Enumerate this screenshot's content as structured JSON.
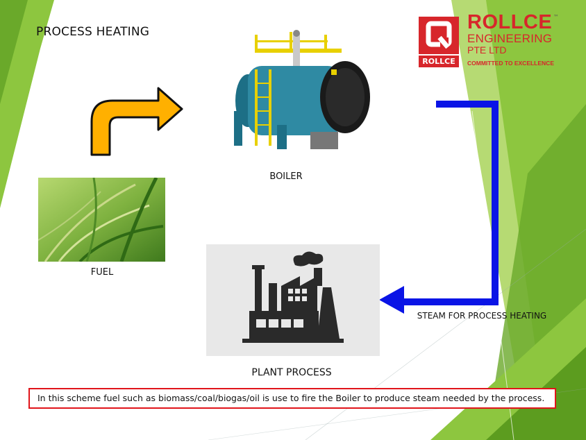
{
  "title": "PROCESS HEATING",
  "brand": {
    "name": "ROLLCE",
    "line2": "ENGINEERING",
    "line3": "PTE LTD",
    "tagline": "COMMITTED TO EXCELLENCE",
    "logo_label": "ROLLCE",
    "trademark": "™",
    "color": "#d7262b"
  },
  "nodes": {
    "boiler": "BOILER",
    "fuel": "FUEL",
    "plant": "PLANT PROCESS"
  },
  "edges": {
    "steam_label": "STEAM FOR PROCESS HEATING"
  },
  "note": "In this scheme fuel such as biomass/coal/biogas/oil is use to fire the Boiler to produce steam needed by the process.",
  "colors": {
    "steam_arrow": "#0a14e6",
    "fuel_arrow": "#ffb000",
    "note_border": "#e0141a",
    "accent_green": "#8dc63f"
  },
  "icons": [
    "boiler-icon",
    "rice-plant-icon",
    "factory-icon"
  ]
}
